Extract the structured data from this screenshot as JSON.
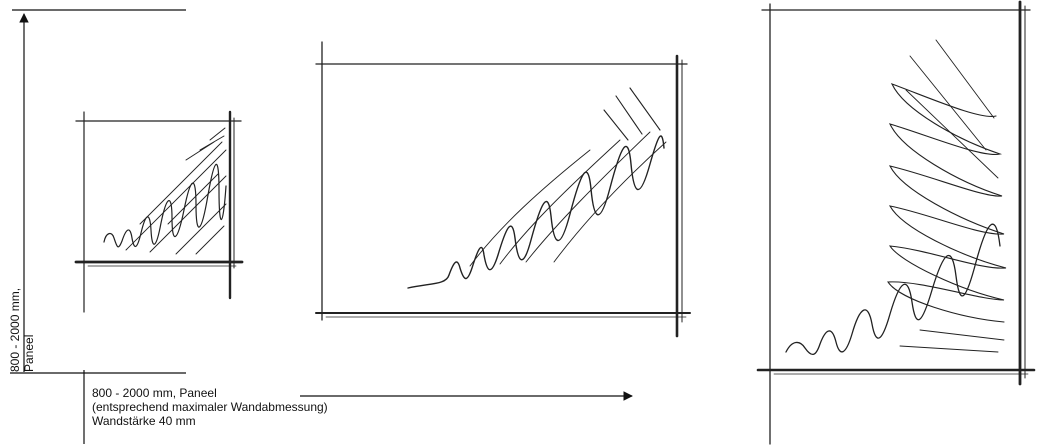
{
  "labels": {
    "vertical": {
      "line1": "800 - 2000 mm,",
      "line2": "Paneel"
    },
    "horizontal": {
      "line1": "800 - 2000 mm, Paneel",
      "line2": "(entsprechend maximaler Wandabmessung)",
      "line3": "Wandstärke 40 mm"
    }
  }
}
